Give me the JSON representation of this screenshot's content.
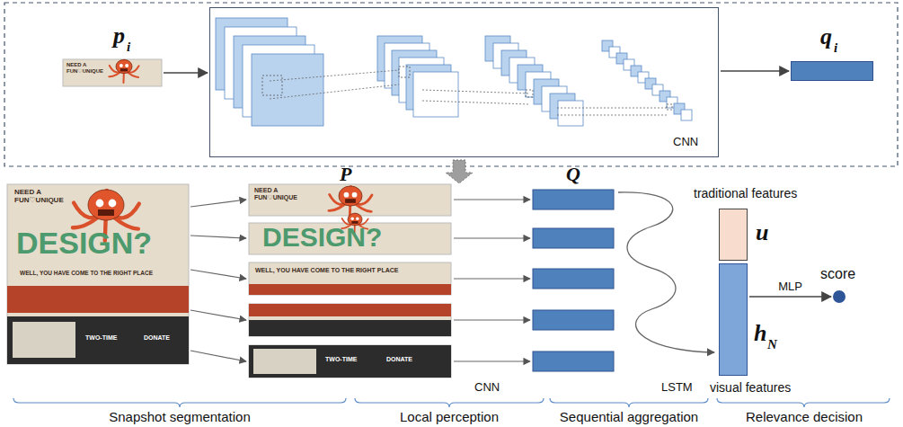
{
  "diagram": {
    "nodes": [
      {
        "text": [
          "p",
          "i"
        ]
      },
      {
        "text": [
          "CNN"
        ]
      },
      {
        "text": [
          "q",
          "i"
        ]
      },
      {
        "text": [
          "u"
        ]
      },
      {
        "text": [
          "h",
          "N"
        ]
      },
      {
        "text": [
          "score"
        ]
      }
    ],
    "edges": [
      {
        "from": 0,
        "to": 1,
        "arrow": "to"
      },
      {
        "from": 1,
        "to": 2,
        "arrow": "to"
      },
      {
        "from": 4,
        "to": 5,
        "label": "MLP",
        "arrow": "to"
      }
    ],
    "labels": [
      "NEED A FUN♡UNIQUE",
      "P",
      "Q",
      "NEED A FUN♡UNIQUE",
      "DESIGN?",
      "WELL, YOU HAVE COME TO THE RIGHT PLACE",
      "TWO-TIME",
      "DONATE",
      "NEED A FUN♡UNIQUE",
      "DESIGN?",
      "WELL, YOU HAVE COME TO THE RIGHT PLACE",
      "TWO-TIME",
      "DONATE",
      "traditional features",
      "CNN",
      "LSTM",
      "visual features",
      "Snapshot segmentation",
      "Local perception",
      "Sequential aggregation",
      "Relevance decision"
    ]
  }
}
